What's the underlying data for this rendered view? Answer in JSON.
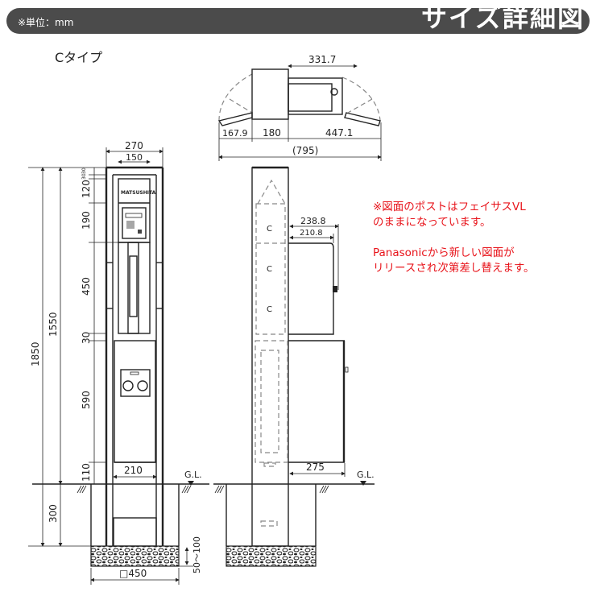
{
  "header": {
    "unit_note": "※単位：mm",
    "title": "サイズ詳細図"
  },
  "type_label": "Cタイプ",
  "top_view": {
    "dims": {
      "d331_7": "331.7",
      "d167_9": "167.9",
      "d180": "180",
      "d447_1": "447.1",
      "d795": "(795)"
    }
  },
  "front_view": {
    "brand": "MATSUSHITA",
    "dims": {
      "w270": "270",
      "w150": "150",
      "h1850": "1850",
      "h1550": "1550",
      "h30a": "30",
      "h30b": "30",
      "h120": "120",
      "h190": "190",
      "h450": "450",
      "h30c": "30",
      "h590": "590",
      "h110": "110",
      "h300": "300",
      "w210": "210",
      "base": "□450",
      "gravel": "50〜100"
    },
    "ground_label": "G.L."
  },
  "side_view": {
    "dims": {
      "d238_8": "238.8",
      "d210_8": "210.8",
      "d275": "275"
    },
    "marks": [
      "C",
      "C",
      "C"
    ],
    "ground_label": "G.L."
  },
  "notes": {
    "line1": "※図面のポストはフェイサスVL",
    "line2": "のままになっています。",
    "line3": "Panasonicから新しい図面が",
    "line4": "リリースされ次第差し替えます。"
  },
  "colors": {
    "header_bg": "#4b4b4b",
    "note_text": "#e8141b"
  }
}
